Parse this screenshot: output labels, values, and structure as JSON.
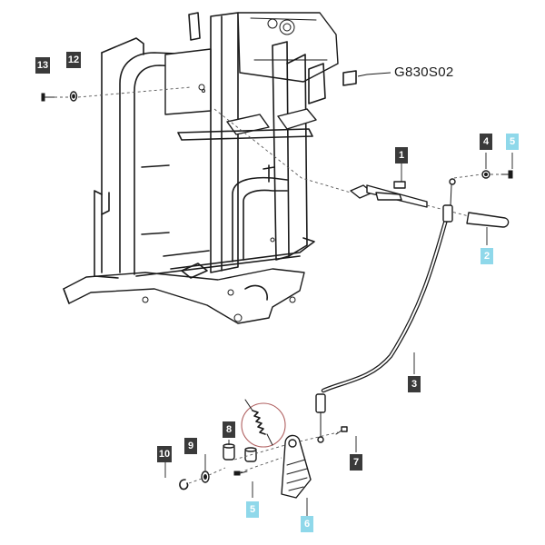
{
  "diagram": {
    "model_code": "G830S02",
    "callouts": [
      {
        "id": "c13",
        "label": "13",
        "style": "dark"
      },
      {
        "id": "c12",
        "label": "12",
        "style": "dark"
      },
      {
        "id": "c1",
        "label": "1",
        "style": "dark"
      },
      {
        "id": "c4",
        "label": "4",
        "style": "dark"
      },
      {
        "id": "c5a",
        "label": "5",
        "style": "cyan"
      },
      {
        "id": "c2",
        "label": "2",
        "style": "cyan"
      },
      {
        "id": "c3",
        "label": "3",
        "style": "dark"
      },
      {
        "id": "c8",
        "label": "8",
        "style": "dark"
      },
      {
        "id": "c9",
        "label": "9",
        "style": "dark"
      },
      {
        "id": "c10",
        "label": "10",
        "style": "dark"
      },
      {
        "id": "c7",
        "label": "7",
        "style": "dark"
      },
      {
        "id": "c5b",
        "label": "5",
        "style": "cyan"
      },
      {
        "id": "c6",
        "label": "6",
        "style": "cyan"
      }
    ],
    "colors": {
      "line": "#1a1a1a",
      "callout_dark": "#3a3a3a",
      "callout_highlight": "#8fd8ea",
      "highlight_circle": "#b06060"
    }
  }
}
